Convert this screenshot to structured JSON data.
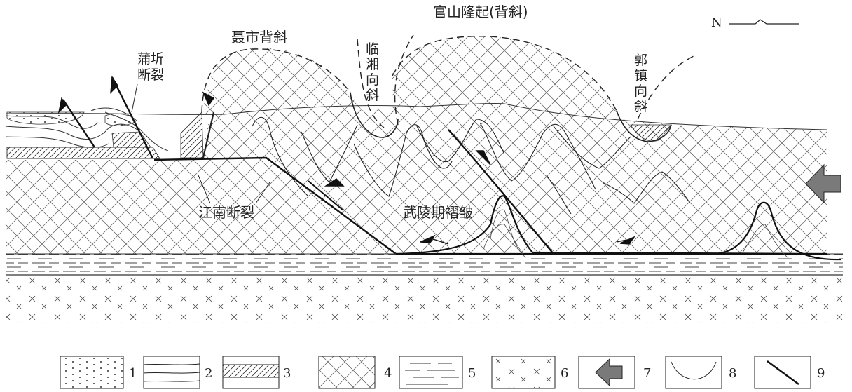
{
  "labels": {
    "guanshan": "官山隆起(背斜)",
    "nieshi": "聂市背斜",
    "puqi_1": "蒲圻",
    "puqi_2": "断裂",
    "linxiang": [
      "临",
      "湘",
      "向",
      "斜"
    ],
    "guozhen": [
      "郭",
      "镇",
      "向",
      "斜"
    ],
    "jiangnan": "江南断裂",
    "wuling": "武陵期褶皱",
    "north": "N"
  },
  "legend": [
    {
      "num": "1",
      "pattern": "dots"
    },
    {
      "num": "2",
      "pattern": "layered-lines"
    },
    {
      "num": "3",
      "pattern": "diagonal-hatch"
    },
    {
      "num": "4",
      "pattern": "crosshatch"
    },
    {
      "num": "5",
      "pattern": "dashes"
    },
    {
      "num": "6",
      "pattern": "x-marks"
    },
    {
      "num": "7",
      "pattern": "gray-arrow"
    },
    {
      "num": "8",
      "pattern": "fold-curve"
    },
    {
      "num": "9",
      "pattern": "fault-line"
    }
  ],
  "colors": {
    "ink": "#222222",
    "arrow_fill": "#7a7a7a"
  }
}
